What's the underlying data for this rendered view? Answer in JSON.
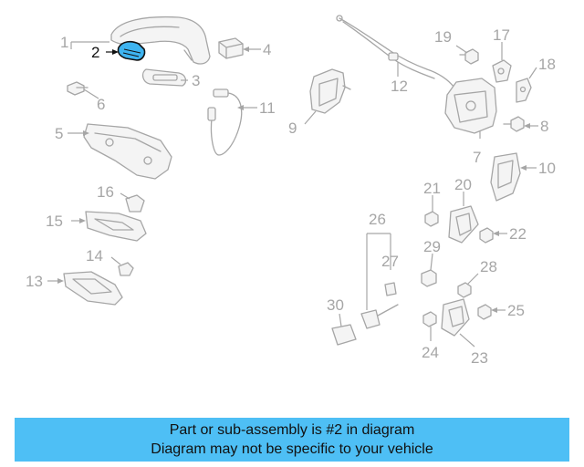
{
  "diagram": {
    "callouts": [
      "1",
      "2",
      "3",
      "4",
      "5",
      "6",
      "7",
      "8",
      "9",
      "10",
      "11",
      "12",
      "13",
      "14",
      "15",
      "16",
      "17",
      "18",
      "19",
      "20",
      "21",
      "22",
      "23",
      "24",
      "25",
      "26",
      "27",
      "28",
      "29",
      "30"
    ],
    "highlighted_part": "2",
    "highlight_color": "#3eb4f0",
    "part_color": "#a6a6a6"
  },
  "banner": {
    "line1": "Part or sub-assembly is #2 in diagram",
    "line2": "Diagram may not be specific to your vehicle",
    "background": "#4ebff5"
  }
}
